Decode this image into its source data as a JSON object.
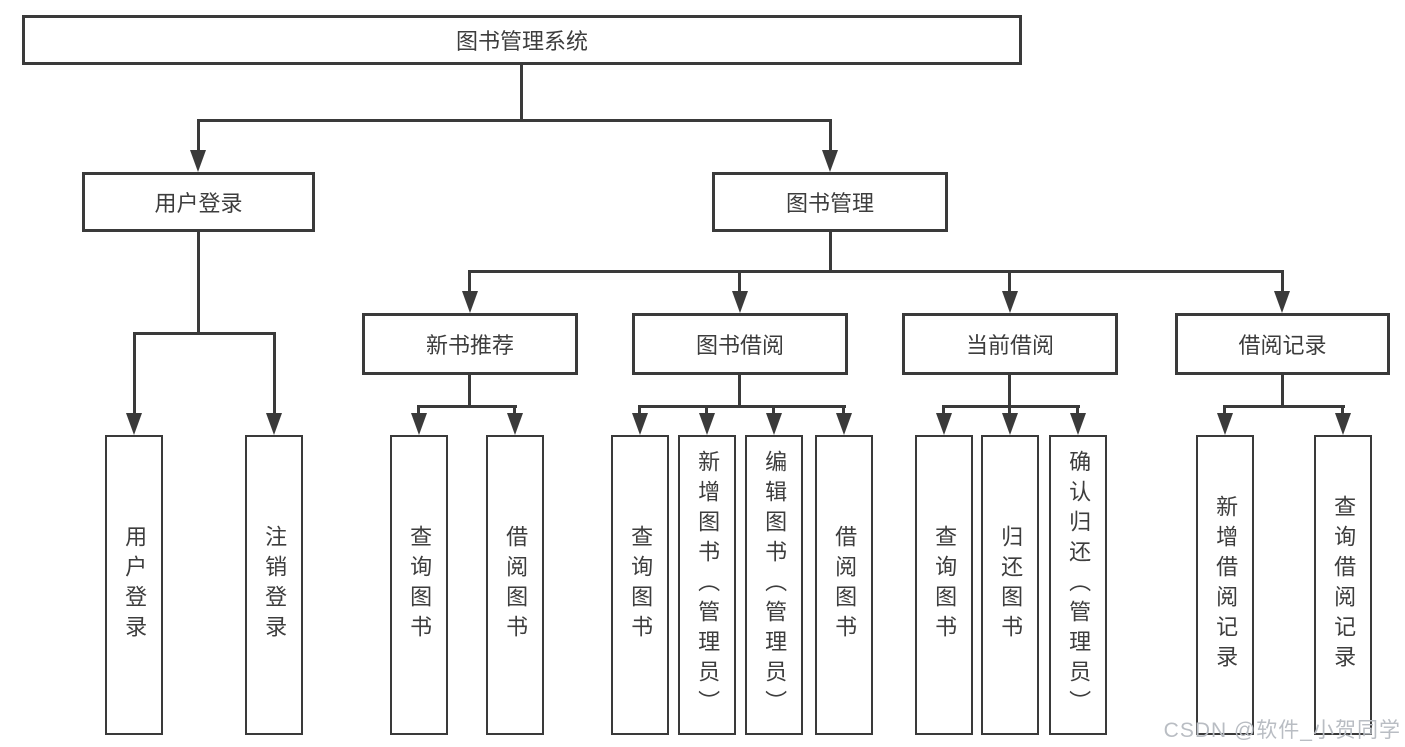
{
  "colors": {
    "line": "#3a3a3a",
    "text": "#3d3d3d",
    "background": "#ffffff",
    "watermark": "#b9bdc3"
  },
  "root": {
    "label": "图书管理系统"
  },
  "level2": [
    {
      "label": "用户登录"
    },
    {
      "label": "图书管理"
    }
  ],
  "level3": [
    {
      "label": "新书推荐",
      "parent": "图书管理"
    },
    {
      "label": "图书借阅",
      "parent": "图书管理"
    },
    {
      "label": "当前借阅",
      "parent": "图书管理"
    },
    {
      "label": "借阅记录",
      "parent": "图书管理"
    }
  ],
  "leaves": [
    {
      "label": "用户登录",
      "parent": "用户登录"
    },
    {
      "label": "注销登录",
      "parent": "用户登录"
    },
    {
      "label": "查询图书",
      "parent": "新书推荐"
    },
    {
      "label": "借阅图书",
      "parent": "新书推荐"
    },
    {
      "label": "查询图书",
      "parent": "图书借阅"
    },
    {
      "label": "新增图书（管理员）",
      "parent": "图书借阅"
    },
    {
      "label": "编辑图书（管理员）",
      "parent": "图书借阅"
    },
    {
      "label": "借阅图书",
      "parent": "图书借阅"
    },
    {
      "label": "查询图书",
      "parent": "当前借阅"
    },
    {
      "label": "归还图书",
      "parent": "当前借阅"
    },
    {
      "label": "确认归还（管理员）",
      "parent": "当前借阅"
    },
    {
      "label": "新增借阅记录",
      "parent": "借阅记录"
    },
    {
      "label": "查询借阅记录",
      "parent": "借阅记录"
    }
  ],
  "watermark": "CSDN @软件_小贺同学"
}
